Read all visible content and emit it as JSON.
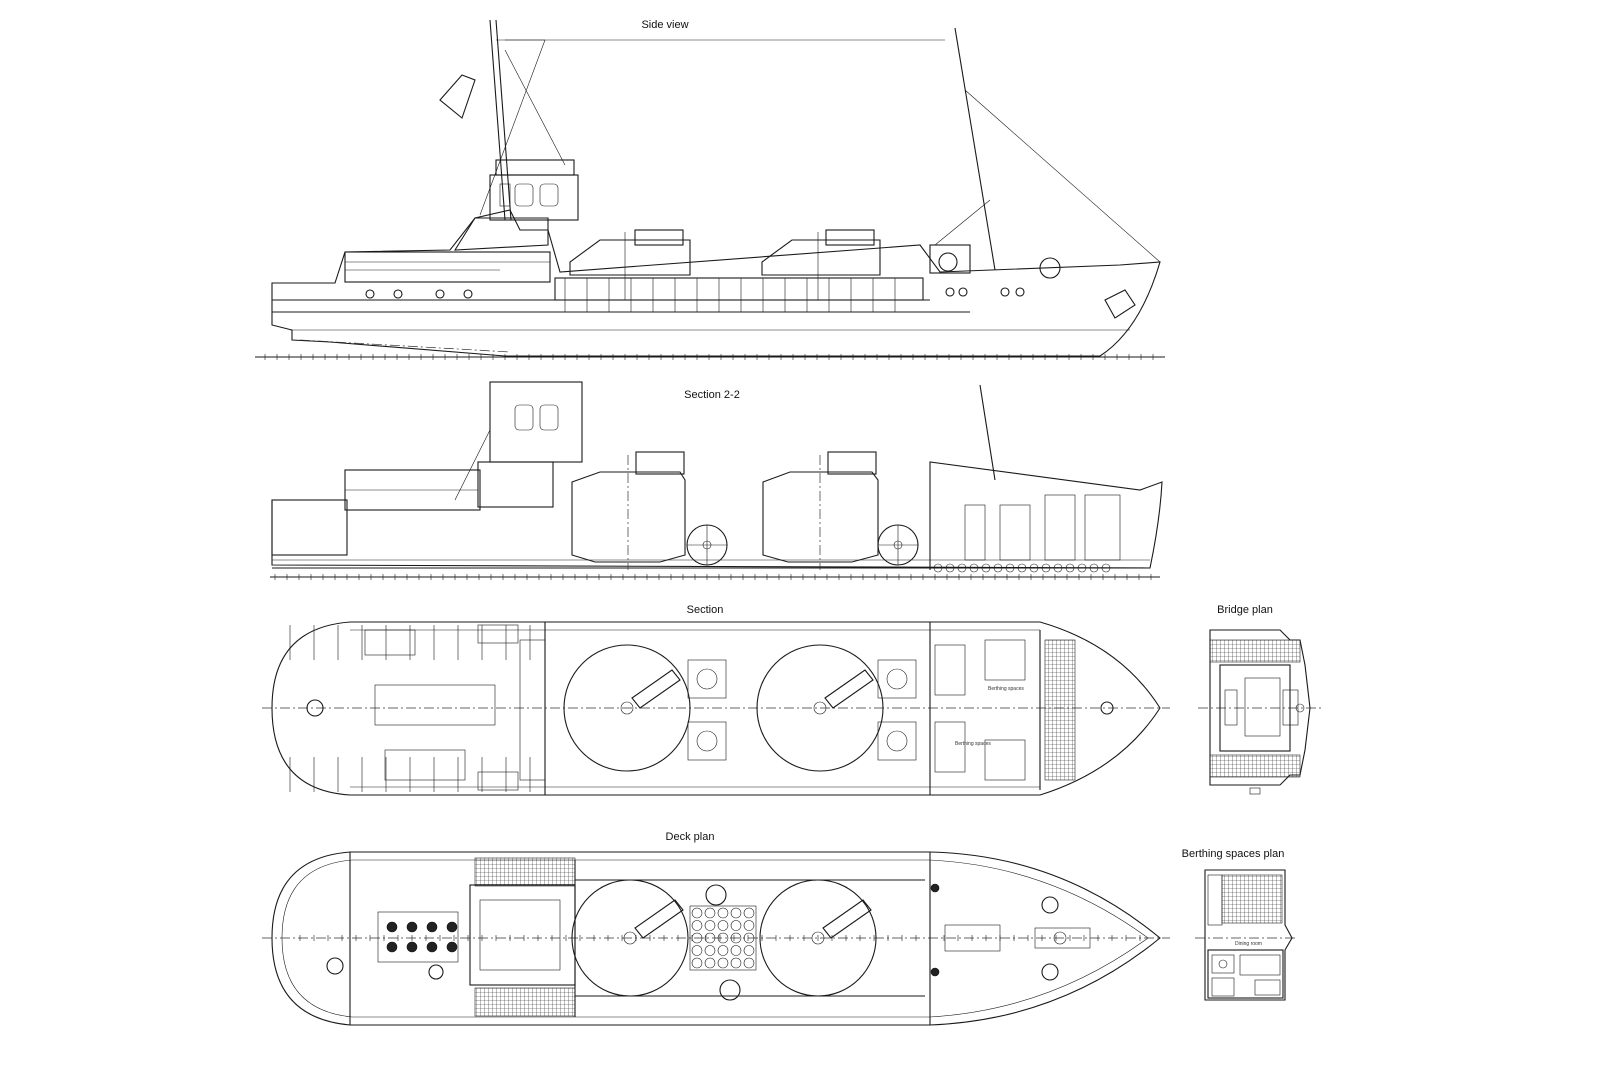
{
  "views": {
    "side_view": "Side view",
    "section_2_2": "Section 2-2",
    "section": "Section",
    "deck_plan": "Deck plan",
    "bridge_plan": "Bridge plan",
    "berthing_plan": "Berthing spaces plan"
  },
  "room_labels": {
    "berthing_spaces": "Berthing spaces",
    "dining_room": "Dining room"
  }
}
